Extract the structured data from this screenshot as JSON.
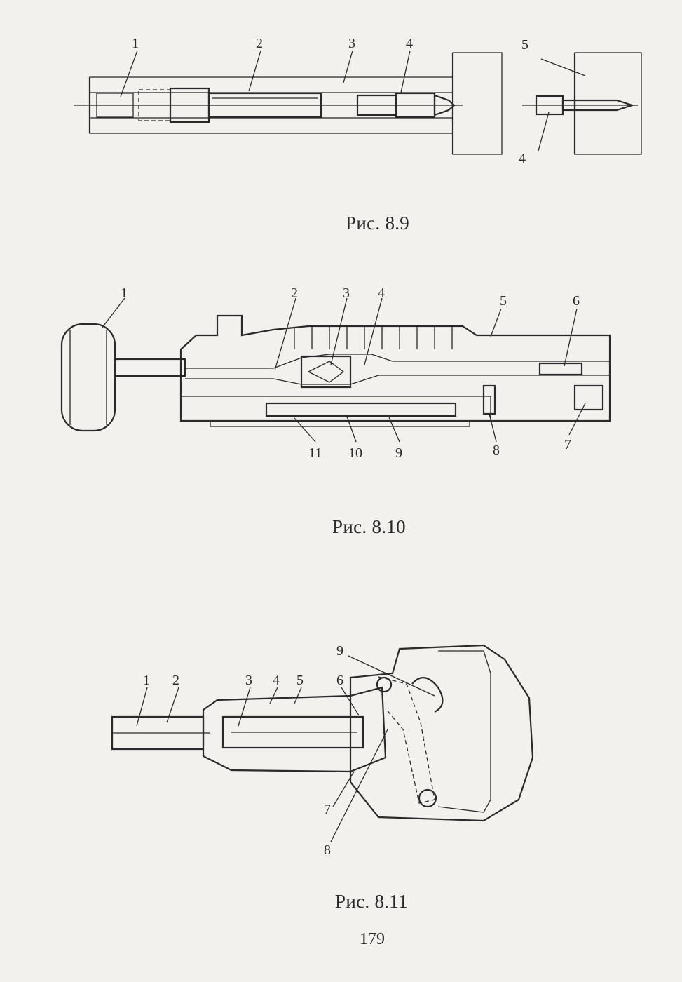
{
  "figures": [
    {
      "id": "fig_8_9",
      "caption": "Рис. 8.9",
      "labels": [
        "1",
        "2",
        "3",
        "4",
        "5",
        "4"
      ]
    },
    {
      "id": "fig_8_10",
      "caption": "Рис. 8.10",
      "labels": [
        "1",
        "2",
        "3",
        "4",
        "5",
        "6",
        "7",
        "8",
        "9",
        "10",
        "11"
      ]
    },
    {
      "id": "fig_8_11",
      "caption": "Рис. 8.11",
      "labels": [
        "1",
        "2",
        "3",
        "4",
        "5",
        "6",
        "7",
        "8",
        "9"
      ]
    }
  ],
  "page_number": "179"
}
